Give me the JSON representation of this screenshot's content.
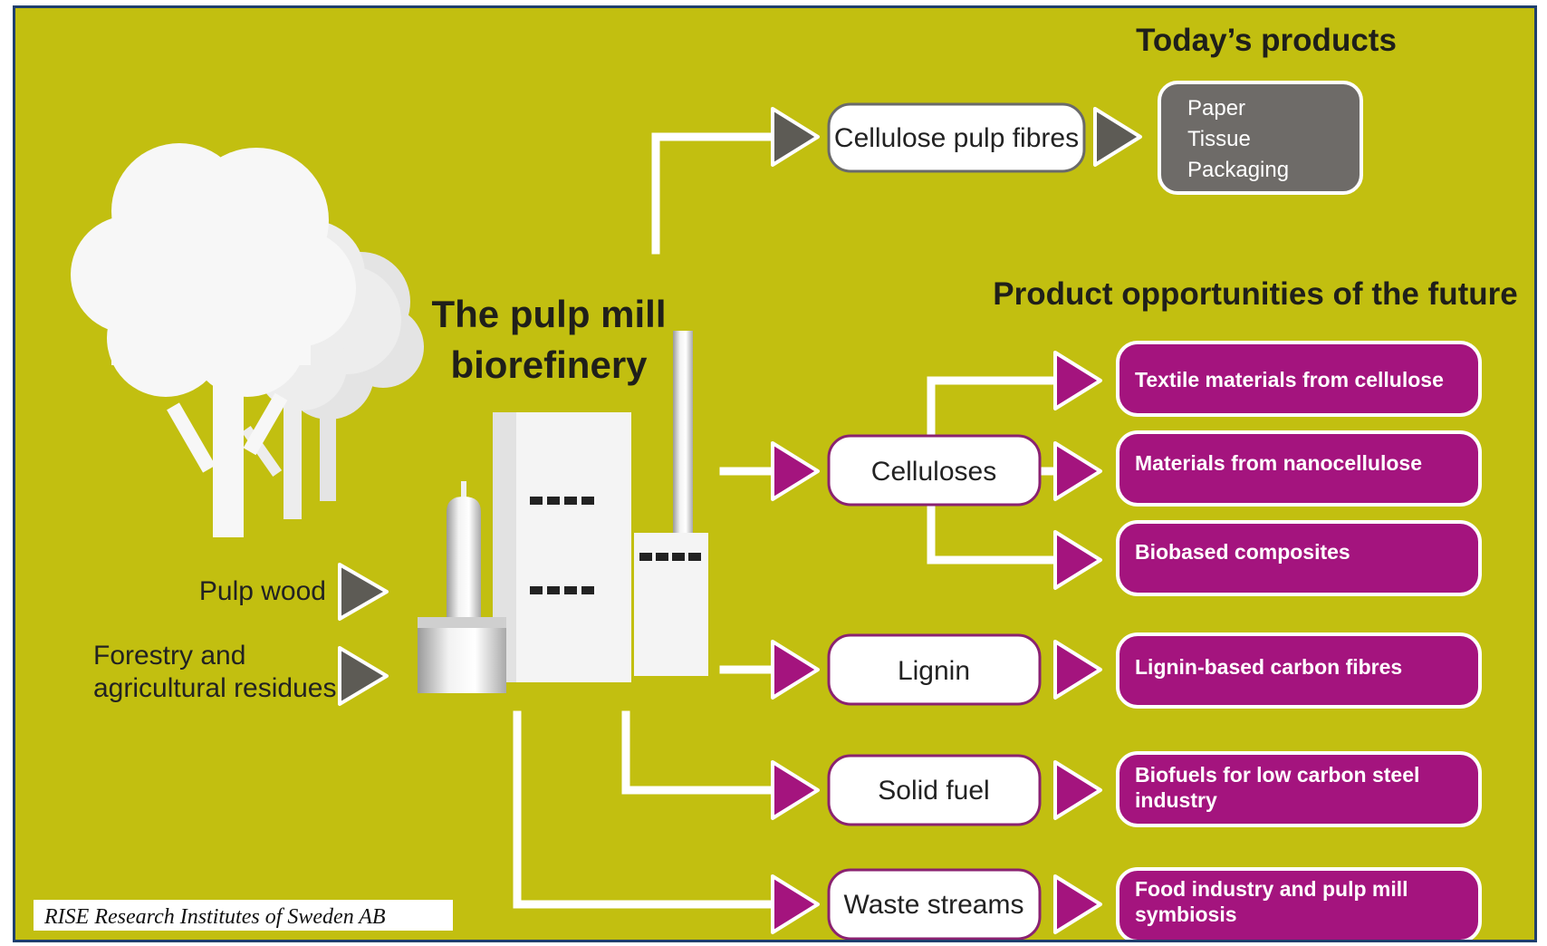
{
  "headers": {
    "todays_products": "Today’s products",
    "future": "Product opportunities of the future",
    "mill_title_line1": "The pulp mill",
    "mill_title_line2": "biorefinery"
  },
  "inputs": {
    "pulp_wood": "Pulp wood",
    "residues_line1": "Forestry and",
    "residues_line2": "agricultural residues"
  },
  "streams": {
    "cellulose_pulp_fibres": "Cellulose pulp fibres",
    "celluloses": "Celluloses",
    "lignin": "Lignin",
    "solid_fuel": "Solid fuel",
    "waste_streams": "Waste streams"
  },
  "todays_products": [
    "Paper",
    "Tissue",
    "Packaging"
  ],
  "future_products": {
    "textile": "Textile materials from cellulose",
    "nanocellulose": "Materials from nanocellulose",
    "composites": "Biobased composites",
    "carbon_fibres": "Lignin-based carbon fibres",
    "biofuels_line1": "Biofuels for low carbon steel",
    "biofuels_line2": "industry",
    "food_line1": "Food industry and pulp mill",
    "food_line2": "symbiosis"
  },
  "credit": "RISE Research Institutes of Sweden AB",
  "colors": {
    "background": "#c2bf10",
    "magenta": "#a4147e",
    "grey_box": "#6e6b68",
    "arrow_grey": "#5d5b55",
    "border": "#1f3f6e"
  }
}
